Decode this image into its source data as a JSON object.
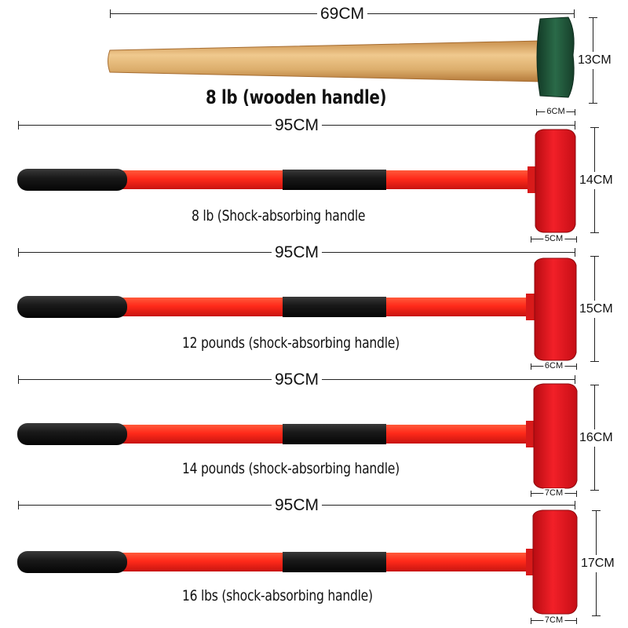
{
  "hammers": [
    {
      "kind": "wooden",
      "length_label": "69CM",
      "height_label": "13CM",
      "width_label": "6CM",
      "caption": "8 lb (wooden handle)",
      "head_color": "#1f5a3c",
      "handle_color": "#dcae6c"
    },
    {
      "kind": "fiberglass",
      "length_label": "95CM",
      "height_label": "14CM",
      "width_label": "5CM",
      "caption": "8 lb (Shock-absorbing handle",
      "head_color": "#e0141c",
      "handle_color": "#ff2a1a"
    },
    {
      "kind": "fiberglass",
      "length_label": "95CM",
      "height_label": "15CM",
      "width_label": "6CM",
      "caption": "12 pounds (shock-absorbing handle)",
      "head_color": "#e0141c",
      "handle_color": "#ff2a1a"
    },
    {
      "kind": "fiberglass",
      "length_label": "95CM",
      "height_label": "16CM",
      "width_label": "7CM",
      "caption": "14 pounds (shock-absorbing handle)",
      "head_color": "#e0141c",
      "handle_color": "#ff2a1a"
    },
    {
      "kind": "fiberglass",
      "length_label": "95CM",
      "height_label": "17CM",
      "width_label": "7CM",
      "caption": "16 lbs (shock-absorbing handle)",
      "head_color": "#e0141c",
      "handle_color": "#ff2a1a"
    }
  ]
}
